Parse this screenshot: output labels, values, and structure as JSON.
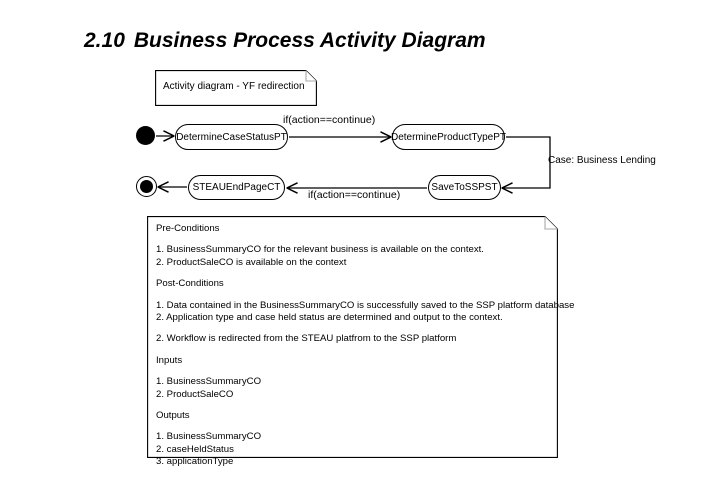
{
  "heading": {
    "number": "2.10",
    "text": "Business Process Activity Diagram"
  },
  "diagram": {
    "title_note": "Activity diagram - YF redirection",
    "nodes": [
      {
        "id": "start",
        "type": "initial-node",
        "label": ""
      },
      {
        "id": "determine-case-status",
        "type": "activity",
        "label": "DetermineCaseStatusPT"
      },
      {
        "id": "determine-product-type",
        "type": "activity",
        "label": "DetermineProductTypePT"
      },
      {
        "id": "save-to-ssp",
        "type": "activity",
        "label": "SaveToSSPST"
      },
      {
        "id": "steau-end-page",
        "type": "activity",
        "label": "STEAUEndPageCT"
      },
      {
        "id": "end",
        "type": "final-node",
        "label": ""
      }
    ],
    "edges": [
      {
        "from": "start",
        "to": "determine-case-status",
        "label": ""
      },
      {
        "from": "determine-case-status",
        "to": "determine-product-type",
        "label": "if(action==continue)"
      },
      {
        "from": "determine-product-type",
        "to": "save-to-ssp",
        "label": "Case: Business Lending"
      },
      {
        "from": "save-to-ssp",
        "to": "steau-end-page",
        "label": "if(action==continue)"
      },
      {
        "from": "steau-end-page",
        "to": "end",
        "label": ""
      }
    ]
  },
  "spec_note": {
    "sections": [
      {
        "heading": "Pre-Conditions",
        "items": [
          "1. BusinessSummaryCO for the relevant business is available on the context.",
          "2. ProductSaleCO is available on the context"
        ]
      },
      {
        "heading": "Post-Conditions",
        "items": [
          "1. Data contained in the BusinessSummaryCO is successfully saved to the SSP platform database",
          "2. Application type and case held status are determined and output to the context."
        ],
        "extra_items": [
          "2. Workflow is redirected from the STEAU platfrom to the SSP platform"
        ]
      },
      {
        "heading": "Inputs",
        "items": [
          "1. BusinessSummaryCO",
          "2. ProductSaleCO"
        ]
      },
      {
        "heading": "Outputs",
        "items": [
          "1. BusinessSummaryCO",
          "2. caseHeldStatus",
          "3. applicationType"
        ]
      }
    ]
  },
  "colors": {
    "ink": "#000000",
    "paper": "#ffffff",
    "fold_shade": "#a8a8a8"
  }
}
